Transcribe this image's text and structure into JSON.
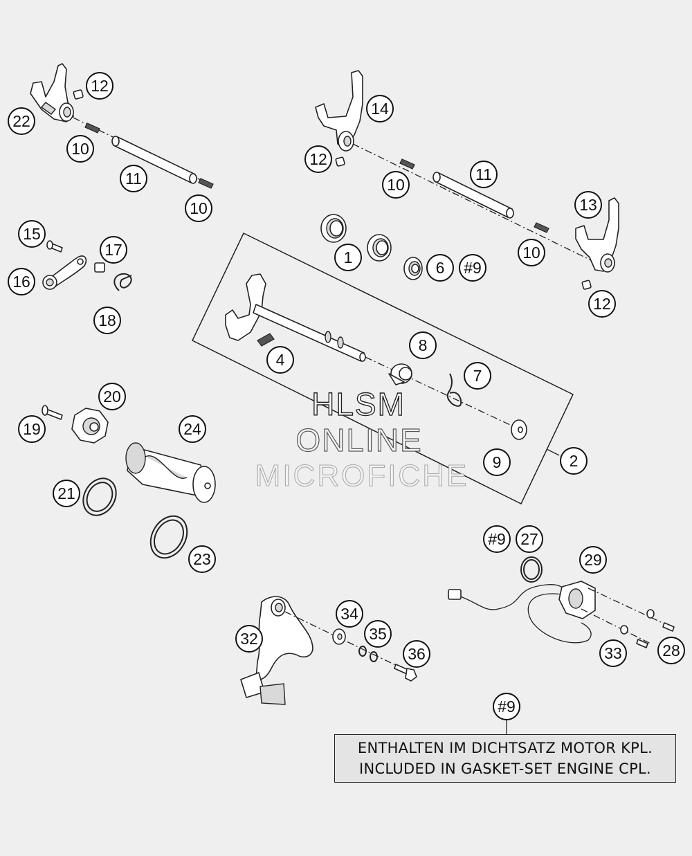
{
  "watermark": {
    "line1": "HLSM",
    "line2": "ONLINE",
    "line3": "MICROFICHE"
  },
  "note": {
    "reference": "#9",
    "line1": "ENTHALTEN IM DICHTSATZ MOTOR KPL.",
    "line2": "INCLUDED IN GASKET-SET ENGINE CPL."
  },
  "callouts": [
    {
      "id": "c22",
      "label": "22"
    },
    {
      "id": "c12a",
      "label": "12"
    },
    {
      "id": "c10a",
      "label": "10"
    },
    {
      "id": "c11a",
      "label": "11"
    },
    {
      "id": "c10b",
      "label": "10"
    },
    {
      "id": "c14",
      "label": "14"
    },
    {
      "id": "c12b",
      "label": "12"
    },
    {
      "id": "c10c",
      "label": "10"
    },
    {
      "id": "c11b",
      "label": "11"
    },
    {
      "id": "c13",
      "label": "13"
    },
    {
      "id": "c10d",
      "label": "10"
    },
    {
      "id": "c12c",
      "label": "12"
    },
    {
      "id": "c1",
      "label": "1"
    },
    {
      "id": "c6",
      "label": "6"
    },
    {
      "id": "c9a",
      "label": "#9"
    },
    {
      "id": "c15",
      "label": "15"
    },
    {
      "id": "c17",
      "label": "17"
    },
    {
      "id": "c16",
      "label": "16"
    },
    {
      "id": "c18",
      "label": "18"
    },
    {
      "id": "c8",
      "label": "8"
    },
    {
      "id": "c4",
      "label": "4"
    },
    {
      "id": "c7",
      "label": "7"
    },
    {
      "id": "c20",
      "label": "20"
    },
    {
      "id": "c19",
      "label": "19"
    },
    {
      "id": "c24",
      "label": "24"
    },
    {
      "id": "c21",
      "label": "21"
    },
    {
      "id": "c9",
      "label": "9"
    },
    {
      "id": "c2",
      "label": "2"
    },
    {
      "id": "c23",
      "label": "23"
    },
    {
      "id": "c9b",
      "label": "#9"
    },
    {
      "id": "c27",
      "label": "27"
    },
    {
      "id": "c29",
      "label": "29"
    },
    {
      "id": "c34",
      "label": "34"
    },
    {
      "id": "c32",
      "label": "32"
    },
    {
      "id": "c35",
      "label": "35"
    },
    {
      "id": "c36",
      "label": "36"
    },
    {
      "id": "c33",
      "label": "33"
    },
    {
      "id": "c28",
      "label": "28"
    },
    {
      "id": "c9c",
      "label": "#9"
    }
  ]
}
